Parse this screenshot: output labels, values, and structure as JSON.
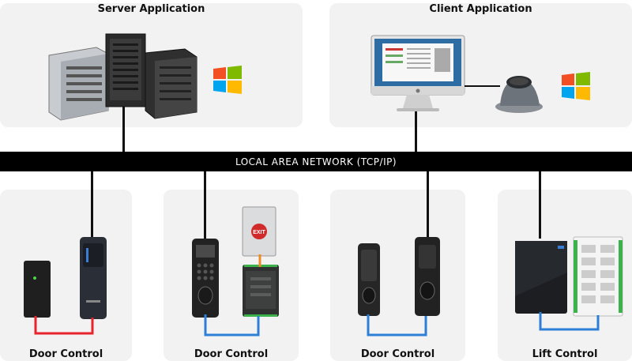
{
  "network": {
    "label": "LOCAL AREA NETWORK (TCP/IP)"
  },
  "top_panels": [
    {
      "title": "Server Application"
    },
    {
      "title": "Client Application"
    }
  ],
  "bottom_panels": [
    {
      "title": "Door Control"
    },
    {
      "title": "Door Control"
    },
    {
      "title": "Door Control"
    },
    {
      "title": "Lift Control"
    }
  ],
  "devices": {
    "exit_button_label": "EXIT"
  },
  "colors": {
    "panel_bg": "#f2f2f2",
    "network_bar": "#000000",
    "wire_red": "#e8232b",
    "wire_blue": "#2d7fd6",
    "wire_orange": "#f08a24",
    "windows_red": "#f25022",
    "windows_green": "#7fba00",
    "windows_blue": "#00a4ef",
    "windows_yellow": "#ffb900"
  }
}
